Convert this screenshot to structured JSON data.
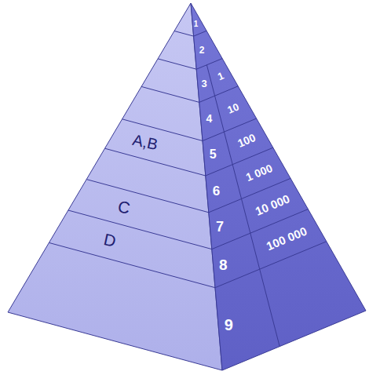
{
  "diagram": {
    "labels": [
      "1",
      "2",
      "3",
      "1",
      "4",
      "10",
      "A,B",
      "5",
      "100",
      "6",
      "1 000",
      "C",
      "7",
      "10 000",
      "D",
      "8",
      "100 000",
      "9"
    ]
  }
}
